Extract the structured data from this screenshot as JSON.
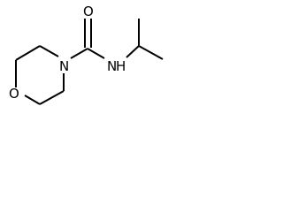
{
  "molecule": {
    "atoms": {
      "ring_oxygen": "O",
      "ring_nitrogen": "N",
      "carbonyl_oxygen": "O",
      "amide_nitrogen": "N",
      "amide_hydrogen": "H"
    }
  }
}
